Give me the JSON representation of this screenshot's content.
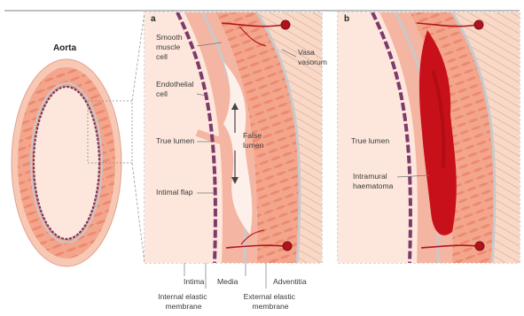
{
  "figure": {
    "aorta_title": "Aorta",
    "panel_a_letter": "a",
    "panel_b_letter": "b"
  },
  "panel_a": {
    "labels": {
      "smooth_muscle": [
        "Smooth",
        "muscle",
        "cell"
      ],
      "endothelial": [
        "Endothelial",
        "cell"
      ],
      "true_lumen": "True lumen",
      "false_lumen": [
        "False",
        "lumen"
      ],
      "intimal_flap": "Intimal flap",
      "vasa_vasorum": [
        "Vasa",
        "vasorum"
      ]
    },
    "layers_bottom": {
      "intima": "Intima",
      "media": "Media",
      "adventitia": "Adventitia",
      "internal_elastic": [
        "Internal elastic",
        "membrane"
      ],
      "external_elastic": [
        "External elastic",
        "membrane"
      ]
    }
  },
  "panel_b": {
    "labels": {
      "true_lumen": "True lumen",
      "intramural_haematoma": [
        "Intramural",
        "haematoma"
      ]
    }
  },
  "colors": {
    "lumen": "#fde7dc",
    "intima": "#f4b6a2",
    "media": "#f2a98f",
    "adventitia": "#f7d2c0",
    "membrane": "#c9c9cc",
    "endothelium": "#7d3b6c",
    "haematoma": "#c8101a",
    "vessel": "#b3121d"
  }
}
